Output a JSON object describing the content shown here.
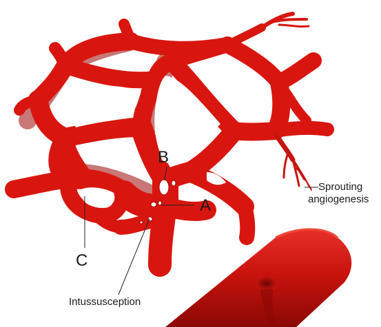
{
  "labels": {
    "a": "A",
    "b": "B",
    "c": "C",
    "sprouting_line1": "Sprouting",
    "sprouting_line2": "angiogenesis",
    "intussusception": "Intussusception"
  },
  "colors": {
    "vessel": "#d8160f",
    "vessel_dark": "#9c0a07",
    "vessel_highlight": "#ef4a3a",
    "background": "#ffffff",
    "text": "#1a1a1a"
  }
}
